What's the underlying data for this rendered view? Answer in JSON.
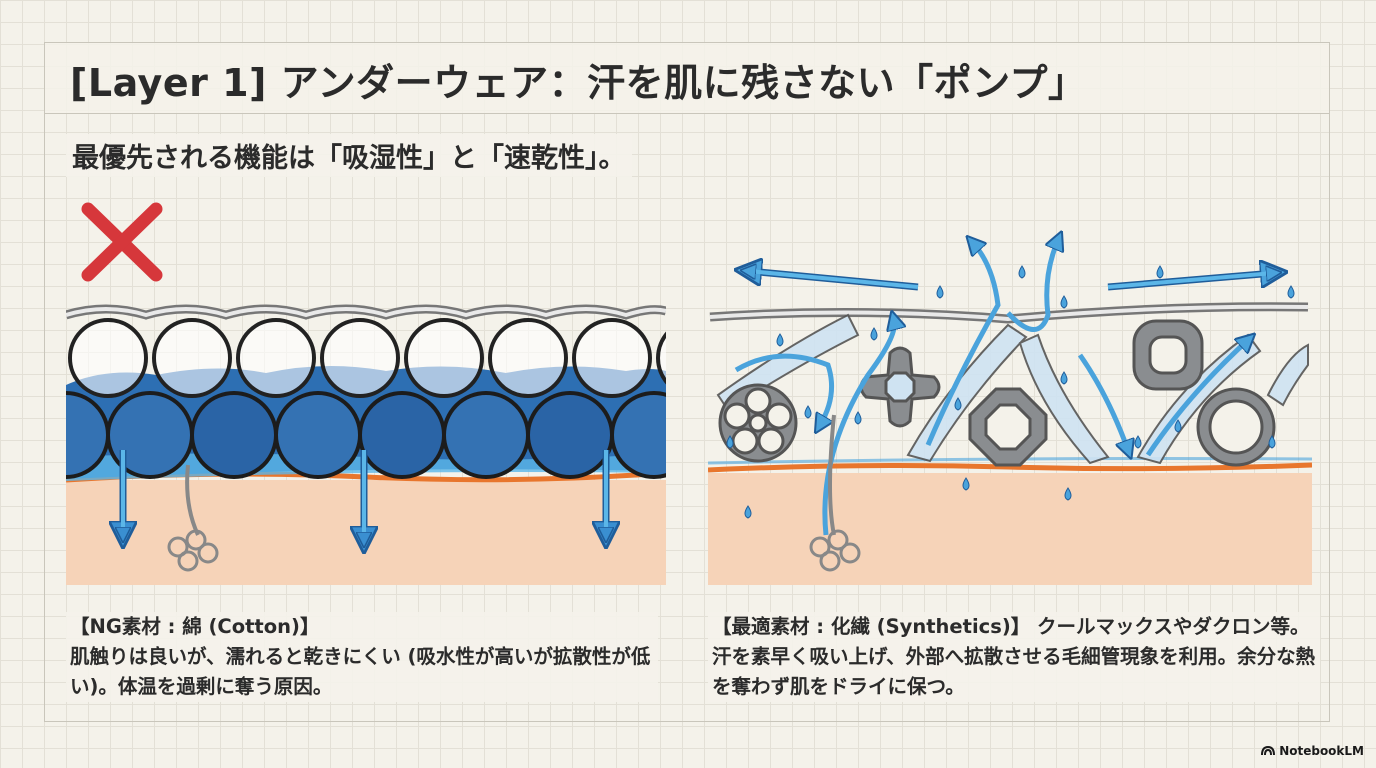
{
  "header": {
    "title": "[Layer 1] アンダーウェア：汗を肌に残さない「ポンプ」",
    "subtitle": "最優先される機能は「吸湿性」と「速乾性」。"
  },
  "left_panel": {
    "verdict_icon": "cross-mark-icon",
    "caption_heading": "【NG素材 : 綿 (Cotton)】",
    "caption_body": "肌触りは良いが、濡れると乾きにくい (吸水性が高いが拡散性が低い)。体温を過剰に奪う原因。"
  },
  "right_panel": {
    "caption_heading": "【最適素材 : 化繊 (Synthetics)】",
    "caption_body": "クールマックスやダクロン等。汗を素早く吸い上げ、外部へ拡散させる毛細管現象を利用。余分な熱を奪わず肌をドライに保つ。"
  },
  "colors": {
    "skin": "#f6d3b8",
    "skin_edge": "#e8762d",
    "water_dark": "#1f5d9a",
    "water_light": "#4aa3dc",
    "fiber_gray": "#8a8d90",
    "cross_red": "#d6373b"
  },
  "branding": {
    "logo_text": "NotebookLM"
  }
}
